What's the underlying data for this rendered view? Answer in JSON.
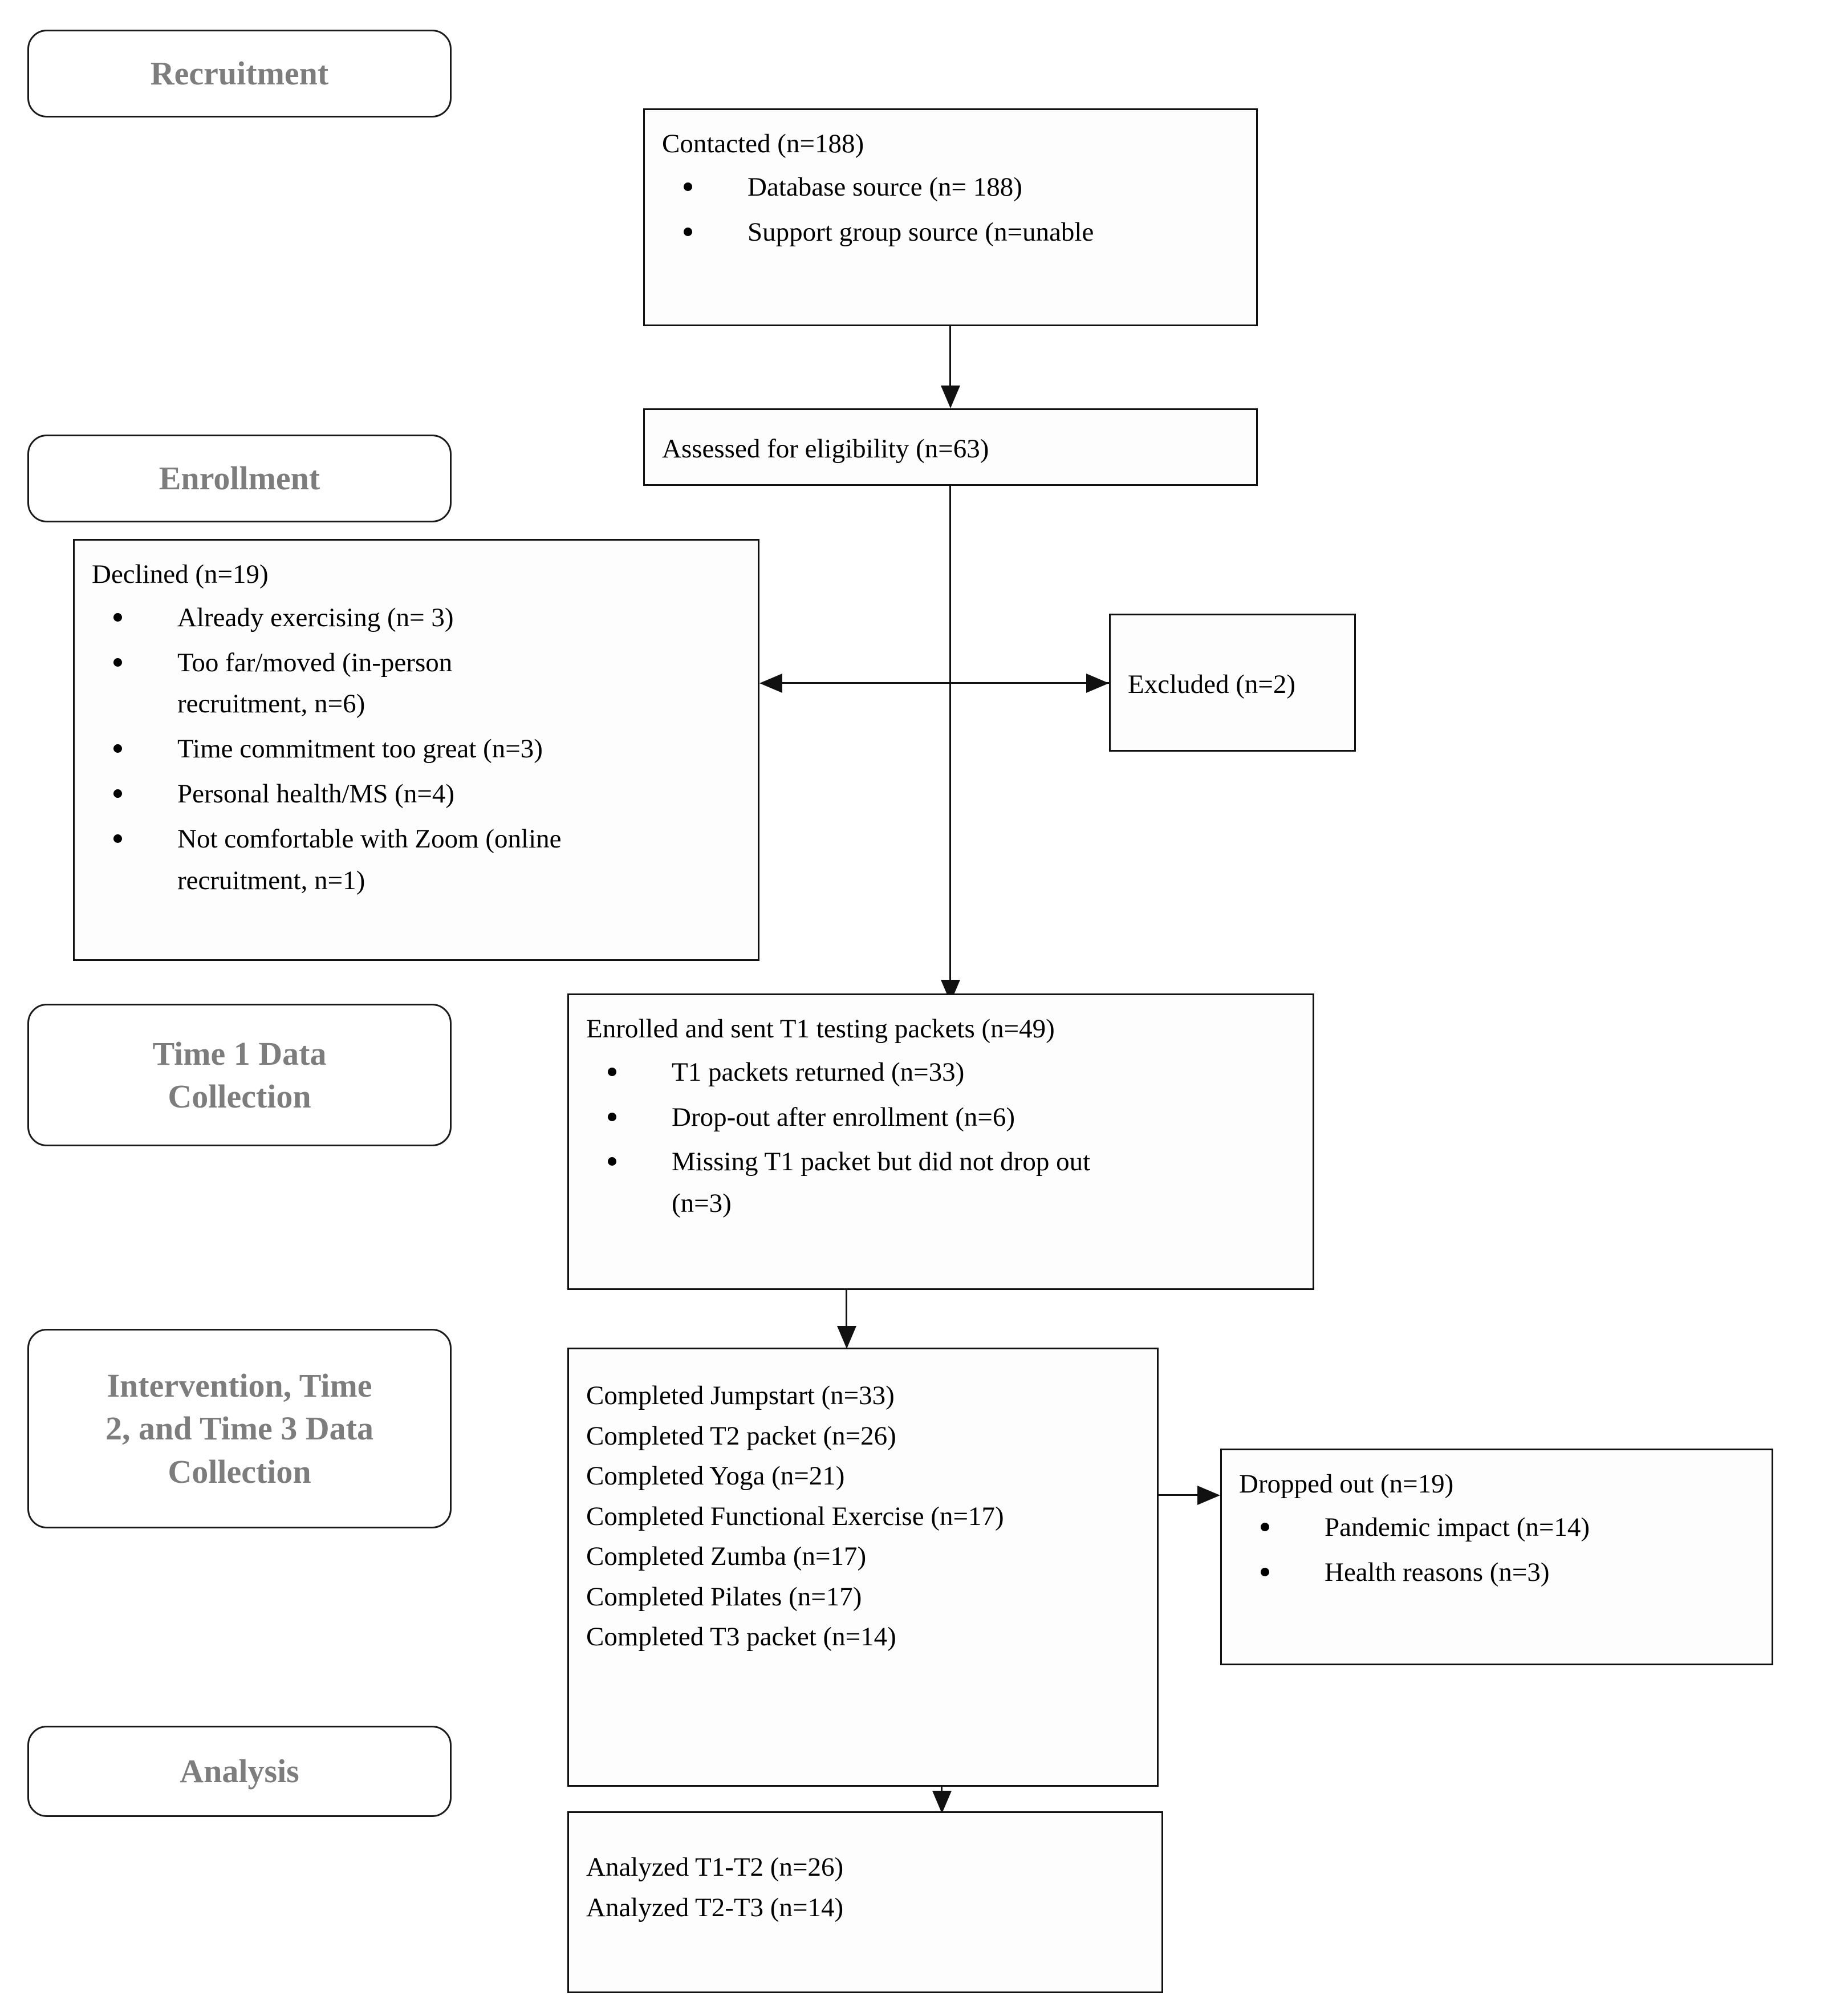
{
  "stages": [
    {
      "id": "recruitment",
      "label": "Recruitment"
    },
    {
      "id": "enrollment",
      "label": "Enrollment"
    },
    {
      "id": "time1",
      "label": "Time 1 Data\nCollection"
    },
    {
      "id": "intervention",
      "label": "Intervention, Time\n2, and Time 3 Data\nCollection"
    },
    {
      "id": "analysis",
      "label": "Analysis"
    }
  ],
  "nodes": {
    "contacted": {
      "title": "Contacted (n=188)",
      "bullets": [
        "Database source (n= 188)",
        "Support group source (n=unable"
      ]
    },
    "assessed": {
      "title": "Assessed for eligibility (n=63)"
    },
    "declined": {
      "title": "Declined (n=19)",
      "bullets": [
        "Already exercising (n= 3)",
        "Too far/moved (in-person\nrecruitment, n=6)",
        "Time commitment too great (n=3)",
        "Personal health/MS (n=4)",
        "Not comfortable with Zoom (online\nrecruitment, n=1)"
      ]
    },
    "excluded": {
      "title": "Excluded (n=2)"
    },
    "enrolled": {
      "title": "Enrolled and sent T1 testing packets (n=49)",
      "bullets": [
        "T1 packets returned (n=33)",
        "Drop-out after enrollment (n=6)",
        "Missing T1 packet but did not drop out\n(n=3)"
      ]
    },
    "completed": {
      "lines": [
        "Completed Jumpstart (n=33)",
        "Completed T2 packet (n=26)",
        "Completed Yoga (n=21)",
        "Completed Functional Exercise (n=17)",
        "Completed Zumba (n=17)",
        "Completed Pilates (n=17)",
        "Completed T3 packet (n=14)"
      ]
    },
    "dropped": {
      "title": "Dropped out (n=19)",
      "bullets": [
        "Pandemic impact (n=14)",
        "Health reasons (n=3)"
      ]
    },
    "analyzed": {
      "lines": [
        "Analyzed T1-T2 (n=26)",
        "Analyzed T2-T3 (n=14)"
      ]
    }
  },
  "colors": {
    "stage_text": "#7d7d7d",
    "node_border": "#111111",
    "connector": "#111111",
    "background": "#ffffff"
  }
}
